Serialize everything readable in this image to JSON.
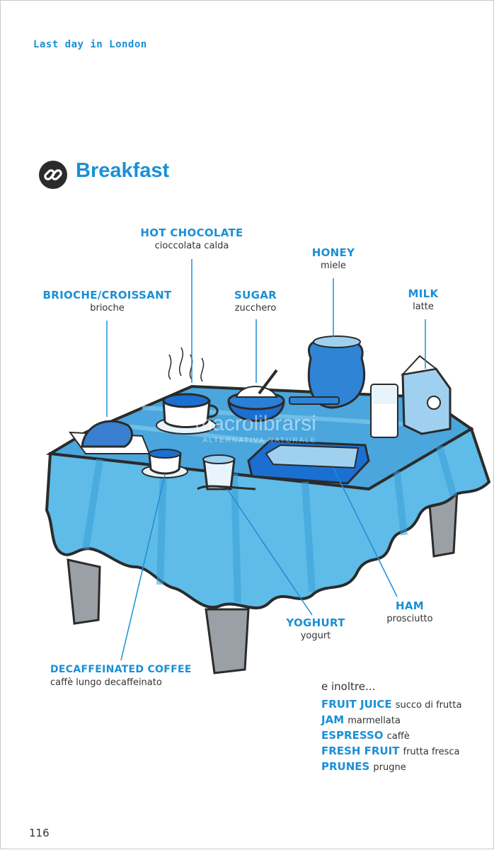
{
  "running_head": "Last day in London",
  "section": {
    "title": "Breakfast",
    "icon": "link-icon"
  },
  "labels": {
    "hot_chocolate": {
      "en": "HOT CHOCOLATE",
      "it": "cioccolata calda"
    },
    "honey": {
      "en": "HONEY",
      "it": "miele"
    },
    "brioche": {
      "en": "BRIOCHE/CROISSANT",
      "it": "brioche"
    },
    "sugar": {
      "en": "SUGAR",
      "it": "zucchero"
    },
    "milk": {
      "en": "MILK",
      "it": "latte"
    },
    "ham": {
      "en": "HAM",
      "it": "prosciutto"
    },
    "yoghurt": {
      "en": "YOGHURT",
      "it": "yogurt"
    },
    "decaf": {
      "en": "DECAFFEINATED COFFEE",
      "it": "caffè lungo decaffeinato"
    }
  },
  "extras": {
    "heading": "e inoltre...",
    "items": [
      {
        "term": "FRUIT JUICE",
        "translation": "succo di frutta"
      },
      {
        "term": "JAM",
        "translation": "marmellata"
      },
      {
        "term": "ESPRESSO",
        "translation": "caffè"
      },
      {
        "term": "FRESH FRUIT",
        "translation": "frutta fresca"
      },
      {
        "term": "PRUNES",
        "translation": "prugne"
      }
    ]
  },
  "watermark": {
    "title": "macrolibrarsi",
    "subtitle": "ALTERNATIVA NATURALE"
  },
  "page_number": "116",
  "colors": {
    "accent": "#1b8fd6",
    "cloth": "#5fbbe8",
    "cloth_dark": "#3a9fd6",
    "legs": "#9aa0a6",
    "ink": "#2b2b2b"
  }
}
